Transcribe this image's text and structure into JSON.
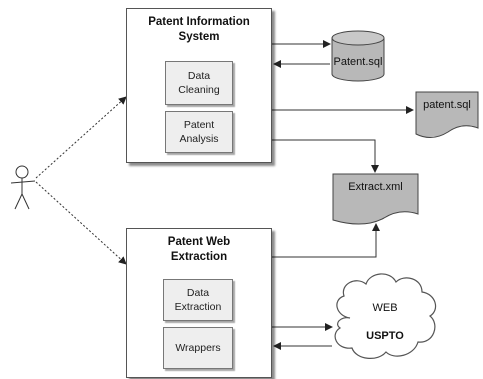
{
  "pis": {
    "title": "Patent Information System",
    "modules": [
      "Data Cleaning",
      "Patent Analysis"
    ]
  },
  "pwe": {
    "title": "Patent Web Extraction",
    "modules": [
      "Data Extraction",
      "Wrappers"
    ]
  },
  "database": {
    "label": "Patent.sql"
  },
  "doc_sql": {
    "label": "patent.sql"
  },
  "doc_xml": {
    "label": "Extract.xml"
  },
  "cloud": {
    "line1": "WEB",
    "line2": "USPTO"
  },
  "colors": {
    "shape_fill": "#b8b8b8",
    "shape_stroke": "#444444",
    "line": "#333333"
  }
}
